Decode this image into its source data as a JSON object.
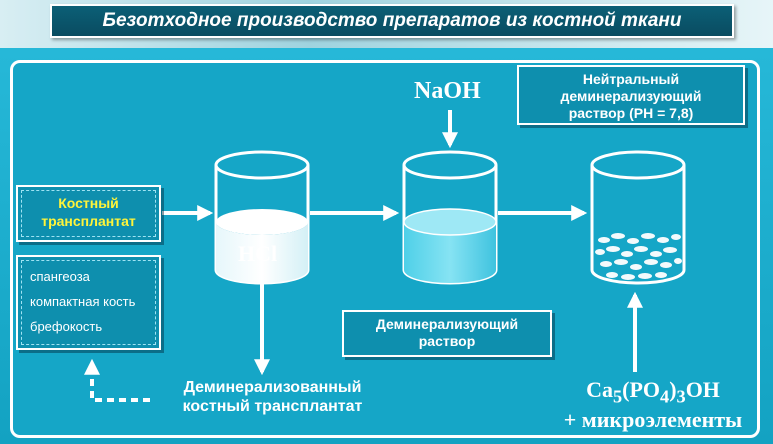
{
  "title": "Безотходное производство препаратов из костной ткани",
  "graft_box": {
    "line1": "Костный",
    "line2": "трансплантат"
  },
  "bone_types": [
    "спангеоза",
    "компактная кость",
    "брефокость"
  ],
  "neutral_box": {
    "line1": "Нейтральный",
    "line2": "деминерализующий",
    "line3": "раствор (PH = 7,8)"
  },
  "demin_box": {
    "line1": "Деминерализующий",
    "line2": "раствор"
  },
  "naoh": "NaOH",
  "hcl": "HCl",
  "result": {
    "line1": "Деминерализованный",
    "line2": "костный трансплантат"
  },
  "hydroxyapatite": {
    "ca": "Ca",
    "sub5": "5",
    "po4": "(PO",
    "sub4": "4",
    "close": ")",
    "sub3": "3",
    "oh": "OH",
    "extra": "+ микроэлементы"
  },
  "colors": {
    "background": "#1aa9c9",
    "title_bg": "#0b5f76",
    "box_bg": "#0e8fae",
    "graft_text": "#fff43a",
    "white": "#ffffff"
  }
}
